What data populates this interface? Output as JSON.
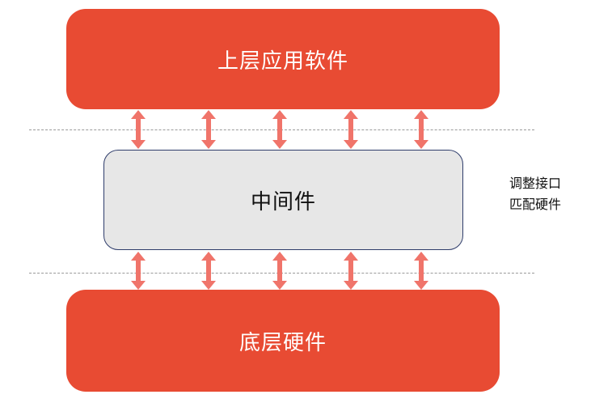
{
  "diagram": {
    "layers": {
      "top": {
        "label": "上层应用软件"
      },
      "middle": {
        "label": "中间件"
      },
      "bottom": {
        "label": "底层硬件"
      }
    },
    "side_note": {
      "line1": "调整接口",
      "line2": "匹配硬件"
    },
    "arrow_groups": [
      {
        "name": "top-middle",
        "count": 5
      },
      {
        "name": "middle-bottom",
        "count": 5
      }
    ]
  },
  "colors": {
    "layer_fill": "#e84b33",
    "layer_text": "#ffffff",
    "middle_fill": "#e7e7e7",
    "middle_border": "#2f3d6b",
    "middle_text": "#111111",
    "arrow": "#f0746a",
    "dash": "#9a9a9a"
  }
}
